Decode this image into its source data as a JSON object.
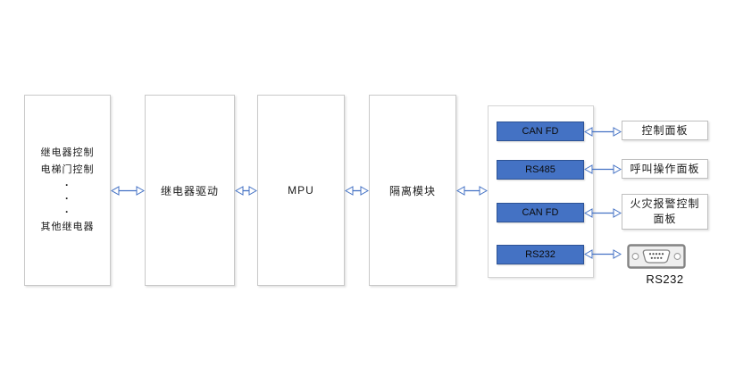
{
  "diagram": {
    "left_box": {
      "line1": "继电器控制",
      "line2": "电梯门控制",
      "dot": "·",
      "line3": "其他继电器"
    },
    "relay_driver_label": "继电器驱动",
    "mpu_label": "MPU",
    "isolation_label": "隔离模块",
    "interfaces": [
      {
        "label": "CAN FD"
      },
      {
        "label": "RS485"
      },
      {
        "label": "CAN FD"
      },
      {
        "label": "RS232"
      }
    ],
    "panels": [
      {
        "label": "控制面板"
      },
      {
        "label": "呼叫操作面板"
      },
      {
        "label": "火灾报警控制面板"
      }
    ],
    "rs232_caption": "RS232",
    "colors": {
      "interface_fill": "#4472C4",
      "interface_border": "#2E5395",
      "arrow": "#4472C4",
      "box_border": "#C9C9C9"
    }
  }
}
